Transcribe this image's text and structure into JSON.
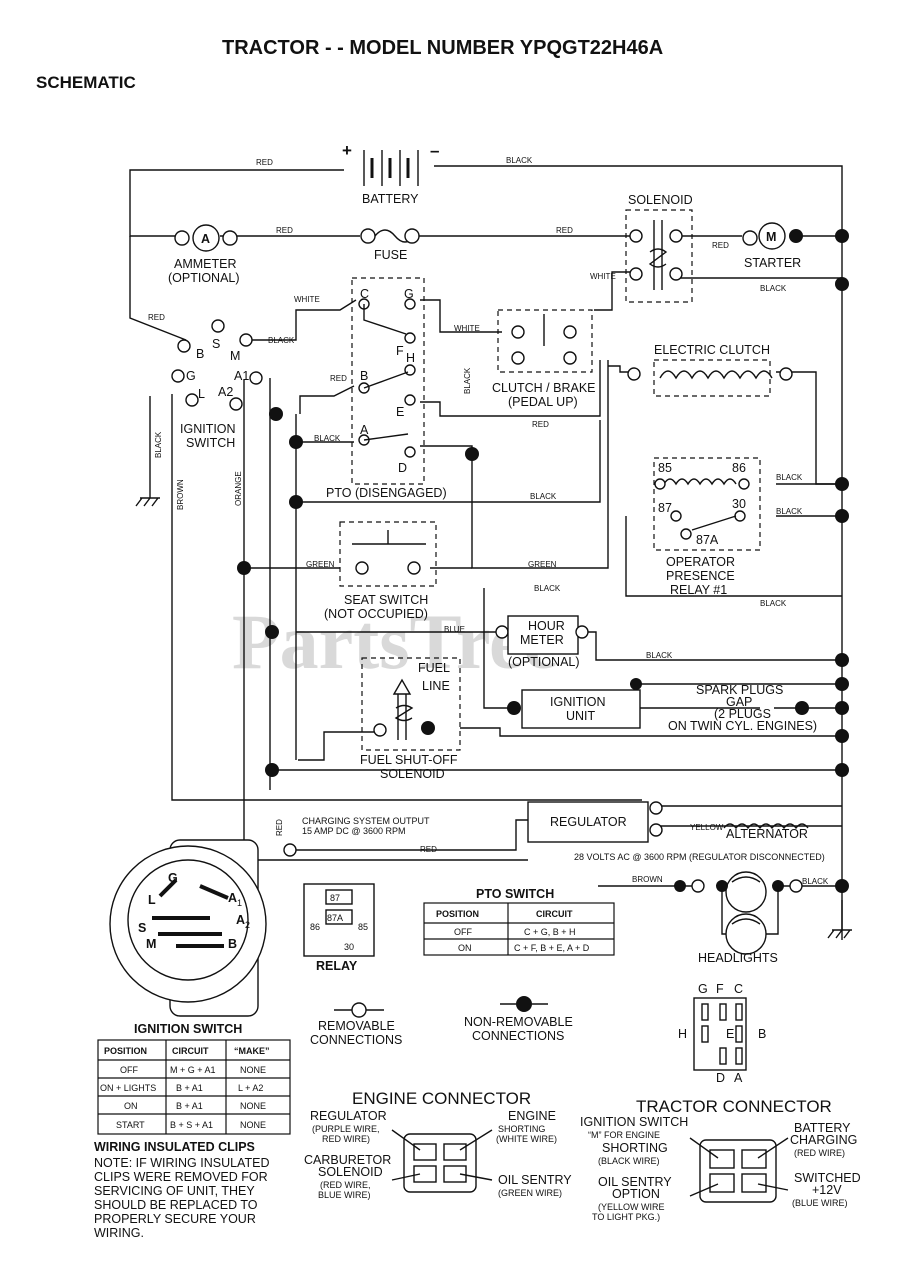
{
  "title": "TRACTOR - - MODEL NUMBER YPQGT22H46A",
  "subtitle": "SCHEMATIC",
  "watermark": "PartsTree",
  "components": {
    "battery": "BATTERY",
    "battery_plus": "+",
    "battery_minus": "–",
    "solenoid": "SOLENOID",
    "ammeter_symbol": "A",
    "ammeter": "AMMETER",
    "ammeter_opt": "(OPTIONAL)",
    "fuse": "FUSE",
    "starter_symbol": "M",
    "starter": "STARTER",
    "ignition_switch_1": "IGNITION",
    "ignition_switch_2": "SWITCH",
    "term_s": "S",
    "term_b": "B",
    "term_m": "M",
    "term_g": "G",
    "term_l": "L",
    "term_a1": "A1",
    "term_a2": "A2",
    "pto_c": "C",
    "pto_g": "G",
    "pto_f": "F",
    "pto_h": "H",
    "pto_b": "B",
    "pto_e": "E",
    "pto_a": "A",
    "pto_d": "D",
    "pto": "PTO (DISENGAGED)",
    "clutch_brake_1": "CLUTCH / BRAKE",
    "clutch_brake_2": "(PEDAL UP)",
    "electric_clutch": "ELECTRIC CLUTCH",
    "relay_85": "85",
    "relay_86": "86",
    "relay_87": "87",
    "relay_30": "30",
    "relay_87a": "87A",
    "operator_presence_1": "OPERATOR",
    "operator_presence_2": "PRESENCE",
    "operator_presence_3": "RELAY #1",
    "seat_switch_1": "SEAT SWITCH",
    "seat_switch_2": "(NOT OCCUPIED)",
    "hour_meter_1": "HOUR",
    "hour_meter_2": "METER",
    "hour_meter_opt": "(OPTIONAL)",
    "fuel": "FUEL",
    "line": "LINE",
    "fuel_solenoid_1": "FUEL SHUT-OFF",
    "fuel_solenoid_2": "SOLENOID",
    "ignition_unit_1": "IGNITION",
    "ignition_unit_2": "UNIT",
    "spark_1": "SPARK PLUGS",
    "spark_2": "GAP",
    "spark_3": "(2 PLUGS",
    "spark_4": "ON TWIN CYL. ENGINES)",
    "regulator": "REGULATOR",
    "alternator": "ALTERNATOR",
    "charging_1": "CHARGING SYSTEM OUTPUT",
    "charging_2": "15 AMP DC @ 3600 RPM",
    "alt_note": "28 VOLTS AC @ 3600 RPM (REGULATOR DISCONNECTED)",
    "headlights": "HEADLIGHTS"
  },
  "wires": {
    "red": "RED",
    "black": "BLACK",
    "white": "WHITE",
    "green": "GREEN",
    "blue": "BLUE",
    "brown": "BROWN",
    "orange": "ORANGE",
    "yellow": "YELLOW"
  },
  "relay_diagram": {
    "title": "RELAY",
    "p87": "87",
    "p87a": "87A",
    "p86": "86",
    "p85": "85",
    "p30": "30"
  },
  "pto_switch_table": {
    "title": "PTO SWITCH",
    "headers": [
      "POSITION",
      "CIRCUIT"
    ],
    "rows": [
      [
        "OFF",
        "C + G, B + H"
      ],
      [
        "ON",
        "C + F, B + E, A + D"
      ]
    ]
  },
  "legend": {
    "removable_1": "REMOVABLE",
    "removable_2": "CONNECTIONS",
    "nonremovable_1": "NON-REMOVABLE",
    "nonremovable_2": "CONNECTIONS"
  },
  "pto_pinout": {
    "top": [
      "G",
      "F",
      "C"
    ],
    "left": "H",
    "center": "E",
    "right": "B",
    "bottom": [
      "D",
      "A"
    ]
  },
  "ignition_switch_diagram": {
    "title": "IGNITION SWITCH",
    "g": "G",
    "l": "L",
    "s": "S",
    "m": "M",
    "b": "B",
    "a1": "A",
    "a1_sub": "1",
    "a2": "A",
    "a2_sub": "2"
  },
  "ignition_table": {
    "headers": [
      "POSITION",
      "CIRCUIT",
      "“MAKE”"
    ],
    "rows": [
      [
        "OFF",
        "M + G + A1",
        "NONE"
      ],
      [
        "ON + LIGHTS",
        "B + A1",
        "L + A2"
      ],
      [
        "ON",
        "B + A1",
        "NONE"
      ],
      [
        "START",
        "B + S + A1",
        "NONE"
      ]
    ]
  },
  "clips_note": {
    "title": "WIRING INSULATED CLIPS",
    "lines": [
      "NOTE: IF WIRING INSULATED",
      "CLIPS WERE REMOVED FOR",
      "SERVICING OF UNIT, THEY",
      "SHOULD BE REPLACED TO",
      "PROPERLY SECURE YOUR",
      "WIRING."
    ]
  },
  "engine_connector": {
    "title": "ENGINE CONNECTOR",
    "regulator_1": "REGULATOR",
    "regulator_2": "(PURPLE WIRE,",
    "regulator_3": "RED WIRE)",
    "carb_1": "CARBURETOR",
    "carb_2": "SOLENOID",
    "carb_3": "(RED WIRE,",
    "carb_4": "BLUE WIRE)",
    "engine_1": "ENGINE",
    "engine_2": "SHORTING",
    "engine_3": "(WHITE WIRE)",
    "oil_1": "OIL SENTRY",
    "oil_2": "(GREEN WIRE)"
  },
  "tractor_connector": {
    "title": "TRACTOR CONNECTOR",
    "ign_1": "IGNITION SWITCH",
    "ign_2": "“M” FOR ENGINE",
    "ign_3": "SHORTING",
    "ign_4": "(BLACK WIRE)",
    "oil_1": "OIL SENTRY",
    "oil_2": "OPTION",
    "oil_3": "(YELLOW WIRE",
    "oil_4": "TO LIGHT PKG.)",
    "bat_1": "BATTERY",
    "bat_2": "CHARGING",
    "bat_3": "(RED WIRE)",
    "sw_1": "SWITCHED",
    "sw_2": "+12V",
    "sw_3": "(BLUE WIRE)"
  }
}
